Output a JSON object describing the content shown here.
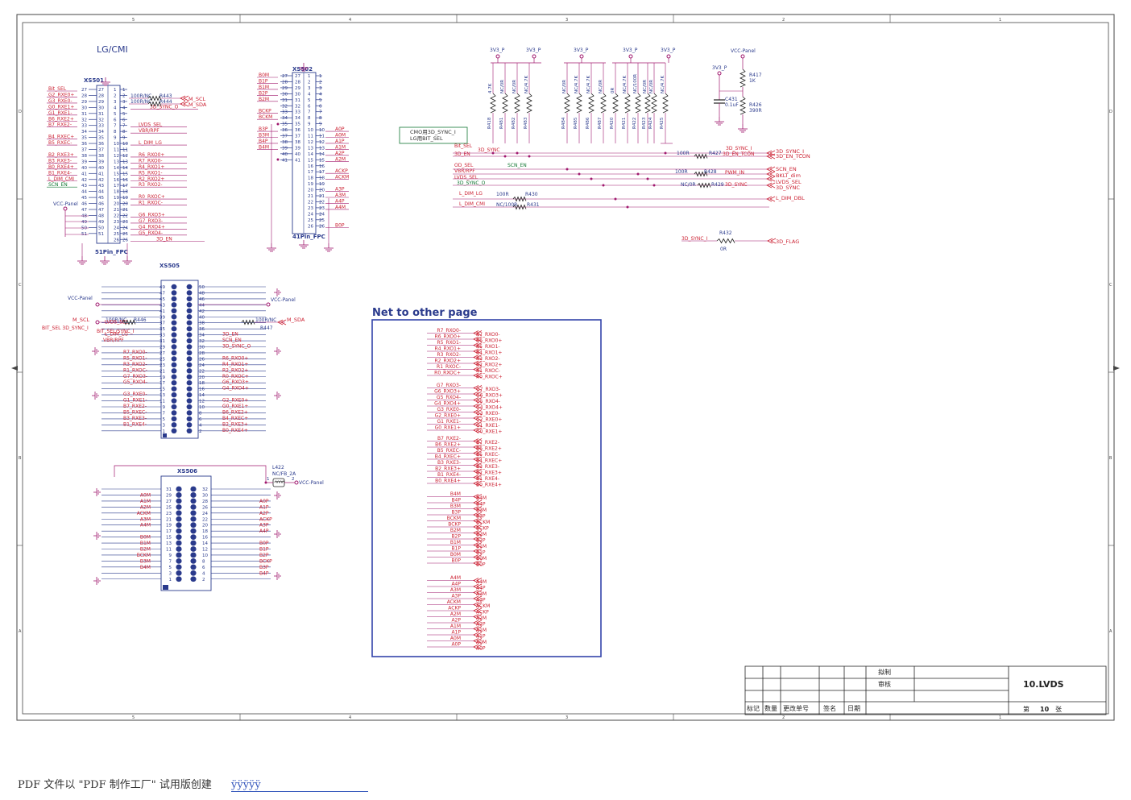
{
  "frame": {
    "columns_top": [
      "5",
      "4",
      "3",
      "2",
      "1"
    ],
    "columns_bottom": [
      "5",
      "4",
      "3",
      "2",
      "1"
    ],
    "rows": [
      "D",
      "C",
      "B",
      "A"
    ]
  },
  "block_lg_cmi": {
    "label": "LG/CMI"
  },
  "xs501": {
    "ref": "XS501",
    "footprint": "51Pin_FPC",
    "right_pins": [
      "1",
      "2",
      "3",
      "4",
      "5",
      "6",
      "7",
      "8",
      "9",
      "10",
      "11",
      "12",
      "13",
      "14",
      "15",
      "16",
      "17",
      "18",
      "19",
      "20",
      "21",
      "22",
      "23",
      "24",
      "25",
      "26"
    ],
    "left_pins": [
      "27",
      "28",
      "29",
      "30",
      "31",
      "32",
      "33",
      "34",
      "35",
      "36",
      "37",
      "38",
      "39",
      "40",
      "41",
      "42",
      "43",
      "44",
      "45",
      "46",
      "47",
      "48",
      "49",
      "50",
      "51"
    ],
    "left_nets": [
      {
        "row": 0,
        "text": "Bit_SEL"
      },
      {
        "row": 1,
        "text": "G2_RXE0+"
      },
      {
        "row": 2,
        "text": "G3_RXE0-"
      },
      {
        "row": 3,
        "text": "G0_RXE1+"
      },
      {
        "row": 4,
        "text": "G1_RXE1-"
      },
      {
        "row": 5,
        "text": "B6_RXE2+"
      },
      {
        "row": 6,
        "text": "B7_RXE2-"
      },
      {
        "row": 8,
        "text": "B4_RXEC+"
      },
      {
        "row": 9,
        "text": "B5_RXEC-"
      },
      {
        "row": 11,
        "text": "B2_RXE3+"
      },
      {
        "row": 12,
        "text": "B3_RXE3-"
      },
      {
        "row": 13,
        "text": "B0_RXE4+"
      },
      {
        "row": 14,
        "text": "B1_RXE4-"
      },
      {
        "row": 15,
        "text": "L_DIM_CMI"
      },
      {
        "row": 16,
        "text": "SCN_EN"
      }
    ],
    "right_nets": [
      {
        "row": 3,
        "text": "3D_SYNC_O"
      },
      {
        "row": 6,
        "text": "LVDS_SEL"
      },
      {
        "row": 7,
        "text": "VBR/RPF"
      },
      {
        "row": 9,
        "text": "L_DIM_LG"
      },
      {
        "row": 11,
        "text": "R6_RXO0+"
      },
      {
        "row": 12,
        "text": "R7_RXO0-"
      },
      {
        "row": 13,
        "text": "R4_RXO1+"
      },
      {
        "row": 14,
        "text": "R5_RXO1-"
      },
      {
        "row": 15,
        "text": "R2_RXO2+"
      },
      {
        "row": 16,
        "text": "R3_RXO2-"
      },
      {
        "row": 18,
        "text": "R0_RXOC+"
      },
      {
        "row": 19,
        "text": "R1_RXOC-"
      },
      {
        "row": 21,
        "text": "G6_RXO3+"
      },
      {
        "row": 22,
        "text": "G7_RXO3-"
      },
      {
        "row": 23,
        "text": "G4_RXO4+"
      },
      {
        "row": 24,
        "text": "G5_RXO4-"
      },
      {
        "row": 25,
        "text": "3D_EN"
      }
    ],
    "r443": {
      "ref": "R443",
      "value": "100R/NC"
    },
    "r444": {
      "ref": "R444",
      "value": "100R/NC"
    },
    "m_scl": "M_SCL",
    "m_sda": "M_SDA",
    "vcc": "VCC-Panel"
  },
  "xs502": {
    "ref": "XS502",
    "footprint": "41Pin_FPC",
    "right_pins": [
      "1",
      "2",
      "3",
      "4",
      "5",
      "6",
      "7",
      "8",
      "9",
      "10",
      "11",
      "12",
      "13",
      "14",
      "15",
      "16",
      "17",
      "18",
      "19",
      "20",
      "21",
      "22",
      "23",
      "24",
      "25",
      "26"
    ],
    "left_pins": [
      "27",
      "28",
      "29",
      "30",
      "31",
      "32",
      "33",
      "34",
      "35",
      "36",
      "37",
      "38",
      "39",
      "40",
      "41"
    ],
    "left_nets": [
      {
        "row": 0,
        "text": "B0M"
      },
      {
        "row": 1,
        "text": "B1P"
      },
      {
        "row": 2,
        "text": "B1M"
      },
      {
        "row": 3,
        "text": "B2P"
      },
      {
        "row": 4,
        "text": "B2M"
      },
      {
        "row": 6,
        "text": "BCKP"
      },
      {
        "row": 7,
        "text": "BCKM"
      },
      {
        "row": 9,
        "text": "B3P"
      },
      {
        "row": 10,
        "text": "B3M"
      },
      {
        "row": 11,
        "text": "B4P"
      },
      {
        "row": 12,
        "text": "B4M"
      }
    ],
    "right_nets": [
      {
        "row": 9,
        "text": "A0P"
      },
      {
        "row": 10,
        "text": "A0M"
      },
      {
        "row": 11,
        "text": "A1P"
      },
      {
        "row": 12,
        "text": "A1M"
      },
      {
        "row": 13,
        "text": "A2P"
      },
      {
        "row": 14,
        "text": "A2M"
      },
      {
        "row": 16,
        "text": "ACKP"
      },
      {
        "row": 17,
        "text": "ACKM"
      },
      {
        "row": 19,
        "text": "A3P"
      },
      {
        "row": 20,
        "text": "A3M"
      },
      {
        "row": 21,
        "text": "A4P"
      },
      {
        "row": 22,
        "text": "A4M"
      },
      {
        "row": 25,
        "text": "B0P"
      }
    ]
  },
  "note_box": {
    "line1": "CMO用3D_SYNC_I",
    "line2": "LG用BIT_SEL"
  },
  "resistor_array": {
    "rails": [
      {
        "label": "3V3_P"
      },
      {
        "label": "3V3_P"
      },
      {
        "label": "3V3_P"
      },
      {
        "label": "3V3_P"
      },
      {
        "label": "3V3_P"
      }
    ],
    "resistors": [
      {
        "ref": "R418",
        "value": "4.7K"
      },
      {
        "ref": "R481",
        "value": "NC/0R"
      },
      {
        "ref": "R482",
        "value": "NC/0R"
      },
      {
        "ref": "R483",
        "value": "NC/4.7K"
      },
      {
        "ref": "R484",
        "value": "NC/0R"
      },
      {
        "ref": "R485",
        "value": "NC/4.7K"
      },
      {
        "ref": "R486",
        "value": "NC/4.7K"
      },
      {
        "ref": "R487",
        "value": "NC/0R"
      },
      {
        "ref": "R420",
        "value": "0R"
      },
      {
        "ref": "R421",
        "value": "NC/4.7K"
      },
      {
        "ref": "R422",
        "value": "NC/100R"
      },
      {
        "ref": "R423",
        "value": "NC/0R"
      },
      {
        "ref": "R424",
        "value": "NC/0R"
      },
      {
        "ref": "R425",
        "value": "NC/4.7K"
      }
    ],
    "nets": [
      {
        "text": "Bit_SEL"
      },
      {
        "text": "3D_SYNC"
      },
      {
        "text": "3D_EN"
      },
      {
        "text": "OD_SEL"
      },
      {
        "text": "SCN_EN"
      },
      {
        "text": "VBR/RPF"
      },
      {
        "text": "LVDS_SEL"
      },
      {
        "text": "3D_SYNC_O"
      },
      {
        "text": "L_DIM_LG"
      },
      {
        "text": "L_DIM_CMI"
      }
    ],
    "series": [
      {
        "ref": "R427",
        "value": "100R"
      },
      {
        "ref": "R428",
        "value": "100R"
      },
      {
        "ref": "R429",
        "value": "NC/0R"
      },
      {
        "ref": "R430",
        "value": "100R"
      },
      {
        "ref": "R431",
        "value": "NC/100R"
      }
    ],
    "mid_labels": [
      "3D_SYNC_I",
      "3D_EN_TCON",
      "PWM_IN",
      "3D_SYNC"
    ],
    "ports": [
      {
        "text": "3D_SYNC_I"
      },
      {
        "text": "3D_EN_TCON"
      },
      {
        "text": "SCN_EN"
      },
      {
        "text": "BKLT_dim"
      },
      {
        "text": "LVDS_SEL"
      },
      {
        "text": "3D_SYNC"
      },
      {
        "text": "L_DIM_DBL"
      }
    ]
  },
  "vcc_block": {
    "vcc": "VCC-Panel",
    "rail": "3V3_P",
    "r417": {
      "ref": "R417",
      "value": "1K"
    },
    "r426": {
      "ref": "R426",
      "value": "390R"
    },
    "c431": {
      "ref": "C431",
      "value": "0.1uF"
    }
  },
  "r432_block": {
    "net": "3D_SYNC_I",
    "ref": "R432",
    "value": "0R",
    "port": "3D_FLAG"
  },
  "xs505": {
    "ref": "XS505",
    "left_pins": [
      "49",
      "47",
      "45",
      "43",
      "41",
      "39",
      "37",
      "35",
      "33",
      "31",
      "29",
      "27",
      "25",
      "23",
      "21",
      "19",
      "17",
      "15",
      "13",
      "11",
      "9",
      "7",
      "5",
      "3",
      "1"
    ],
    "right_pins": [
      "50",
      "48",
      "46",
      "44",
      "42",
      "40",
      "38",
      "36",
      "34",
      "32",
      "30",
      "28",
      "26",
      "24",
      "22",
      "20",
      "18",
      "16",
      "14",
      "12",
      "10",
      "8",
      "6",
      "4",
      "2"
    ],
    "left_nets": [
      {
        "row": 6,
        "text": "LVDS_SEL"
      },
      {
        "row": 7,
        "text": "BIT_SEL 3D_SYNC_I"
      },
      {
        "row": 8,
        "text": "L_DIM_LG"
      },
      {
        "row": 9,
        "text": "VBR/RPF"
      },
      {
        "row": 11,
        "text": "R7_RXO0-"
      },
      {
        "row": 12,
        "text": "R5_RXO1-"
      },
      {
        "row": 13,
        "text": "R3_RXO2-"
      },
      {
        "row": 14,
        "text": "R1_RXOC-"
      },
      {
        "row": 15,
        "text": "G7_RXO3-"
      },
      {
        "row": 16,
        "text": "G5_RXO4-"
      },
      {
        "row": 18,
        "text": "G3_RXE0-"
      },
      {
        "row": 19,
        "text": "G1_RXE1-"
      },
      {
        "row": 20,
        "text": "B7_RXE2-"
      },
      {
        "row": 21,
        "text": "B5_RXEC-"
      },
      {
        "row": 22,
        "text": "B3_RXE3-"
      },
      {
        "row": 23,
        "text": "B1_RXE4-"
      }
    ],
    "right_nets": [
      {
        "row": 8,
        "text": "3D_EN"
      },
      {
        "row": 9,
        "text": "SCN_EN"
      },
      {
        "row": 10,
        "text": "3D_SYNC_O"
      },
      {
        "row": 12,
        "text": "R6_RXO0+"
      },
      {
        "row": 13,
        "text": "R4_RXO1+"
      },
      {
        "row": 14,
        "text": "R2_RXO2+"
      },
      {
        "row": 15,
        "text": "R0_RXOC+"
      },
      {
        "row": 16,
        "text": "G6_RXO3+"
      },
      {
        "row": 17,
        "text": "G4_RXO4+"
      },
      {
        "row": 19,
        "text": "G2_RXE0+"
      },
      {
        "row": 20,
        "text": "G0_RXE1+"
      },
      {
        "row": 21,
        "text": "B6_RXE2+"
      },
      {
        "row": 22,
        "text": "B4_RXEC+"
      },
      {
        "row": 23,
        "text": "B2_RXE3+"
      },
      {
        "row": 24,
        "text": "B0_RXE4+"
      }
    ],
    "vcc_left": "VCC-Panel",
    "vcc_right": "VCC-Panel",
    "m_scl": "M_SCL",
    "m_sda": "M_SDA",
    "bit_sel": "BIT_SEL/SYNC_I",
    "r446": {
      "ref": "R446",
      "value": "100R/NC"
    },
    "r447": {
      "ref": "R447",
      "value": "100R/NC"
    }
  },
  "xs506": {
    "ref": "XS506",
    "left_pins": [
      "31",
      "29",
      "27",
      "25",
      "23",
      "21",
      "19",
      "17",
      "15",
      "13",
      "11",
      "9",
      "7",
      "5",
      "3",
      "1"
    ],
    "right_pins": [
      "32",
      "30",
      "28",
      "26",
      "24",
      "22",
      "20",
      "18",
      "16",
      "14",
      "12",
      "10",
      "8",
      "6",
      "4",
      "2"
    ],
    "left_nets": [
      {
        "row": 1,
        "text": "A0M"
      },
      {
        "row": 2,
        "text": "A1M"
      },
      {
        "row": 3,
        "text": "A2M"
      },
      {
        "row": 4,
        "text": "ACKM"
      },
      {
        "row": 5,
        "text": "A3M"
      },
      {
        "row": 6,
        "text": "A4M"
      },
      {
        "row": 8,
        "text": "B0M"
      },
      {
        "row": 9,
        "text": "B1M"
      },
      {
        "row": 10,
        "text": "B2M"
      },
      {
        "row": 11,
        "text": "BCKM"
      },
      {
        "row": 12,
        "text": "B3M"
      },
      {
        "row": 13,
        "text": "B4M"
      }
    ],
    "right_nets": [
      {
        "row": 2,
        "text": "A0P"
      },
      {
        "row": 3,
        "text": "A1P"
      },
      {
        "row": 4,
        "text": "A2P"
      },
      {
        "row": 5,
        "text": "ACKP"
      },
      {
        "row": 6,
        "text": "A3P"
      },
      {
        "row": 7,
        "text": "A4P"
      },
      {
        "row": 9,
        "text": "B0P"
      },
      {
        "row": 10,
        "text": "B1P"
      },
      {
        "row": 11,
        "text": "B2P"
      },
      {
        "row": 12,
        "text": "BCKP"
      },
      {
        "row": 13,
        "text": "B3P"
      },
      {
        "row": 14,
        "text": "B4P"
      }
    ],
    "l422": {
      "ref": "L422",
      "value": "NC/FB_2A",
      "pin1": "1",
      "pin2": "2",
      "vcc": "VCC-Panel"
    }
  },
  "net_box": {
    "title": "Net to other page",
    "groups": [
      {
        "left": [
          "R7_RXO0-",
          "R6_RXO0+",
          "R5_RXO1-",
          "R4_RXO1+",
          "R3_RXO2-",
          "R2_RXO2+",
          "R1_RXOC-",
          "R0_RXOC+"
        ],
        "right": [
          "R7_RXO0-",
          "R6_RXO0+",
          "R5_RXO1-",
          "R4_RXO1+",
          "R3_RXO2-",
          "R2_RXO2+",
          "R1_RXOC-",
          "R0_RXOC+"
        ]
      },
      {
        "left": [
          "G7_RXO3-",
          "G6_RXO3+",
          "G5_RXO4-",
          "G4_RXO4+",
          "G3_RXE0-",
          "G2_RXE0+",
          "G1_RXE1-",
          "G0_RXE1+"
        ],
        "right": [
          "G7_RXO3-",
          "G6_RXO3+",
          "G5_RXO4-",
          "G4_RXO4+",
          "G3_RXE0-",
          "G2_RXE0+",
          "G1_RXE1-",
          "G0_RXE1+"
        ]
      },
      {
        "left": [
          "B7_RXE2-",
          "B6_RXE2+",
          "B5_RXEC-",
          "B4_RXEC+",
          "B3_RXE3-",
          "B2_RXE3+",
          "B1_RXE4-",
          "B0_RXE4+"
        ],
        "right": [
          "B7_RXE2-",
          "B6_RXE2+",
          "B5_RXEC-",
          "B4_RXEC+",
          "B3_RXE3-",
          "B2_RXE3+",
          "B1_RXE4-",
          "B0_RXE4+"
        ]
      },
      {
        "left": [
          "B4M",
          "B4P",
          "B3M",
          "B3P",
          "BCKM",
          "BCKP",
          "B2M",
          "B2P",
          "B1M",
          "B1P",
          "B0M",
          "B0P"
        ],
        "right": [
          "B4M",
          "B4P",
          "B3M",
          "B3P",
          "BCKM",
          "BCKP",
          "B2M",
          "B2P",
          "B1M",
          "B1P",
          "B0M",
          "B0P"
        ]
      },
      {
        "left": [
          "A4M",
          "A4P",
          "A3M",
          "A3P",
          "ACKM",
          "ACKP",
          "A2M",
          "A2P",
          "A1M",
          "A1P",
          "A0M",
          "A0P"
        ],
        "right": [
          "A4M",
          "A4P",
          "A3M",
          "A3P",
          "ACKM",
          "ACKP",
          "A2M",
          "A2P",
          "A1M",
          "A1P",
          "A0M",
          "A0P"
        ]
      }
    ]
  },
  "title_block": {
    "drawn_label": "拟制",
    "check_label": "审核",
    "title": "10.LVDS",
    "headers": [
      "标记",
      "数量",
      "更改单号",
      "签名",
      "日期"
    ],
    "sheet_prefix": "第",
    "sheet_number": "10",
    "sheet_suffix": "张"
  },
  "footer": {
    "text": "PDF 文件以 \"PDF 制作工厂\" 试用版创建",
    "link": "ÿÿÿÿÿ"
  },
  "colors": {
    "net": "#cc2233",
    "wire": "#a0196e",
    "part": "#2a3a8c",
    "green": "#117733",
    "frame": "#444444",
    "box": "#3344aa"
  }
}
